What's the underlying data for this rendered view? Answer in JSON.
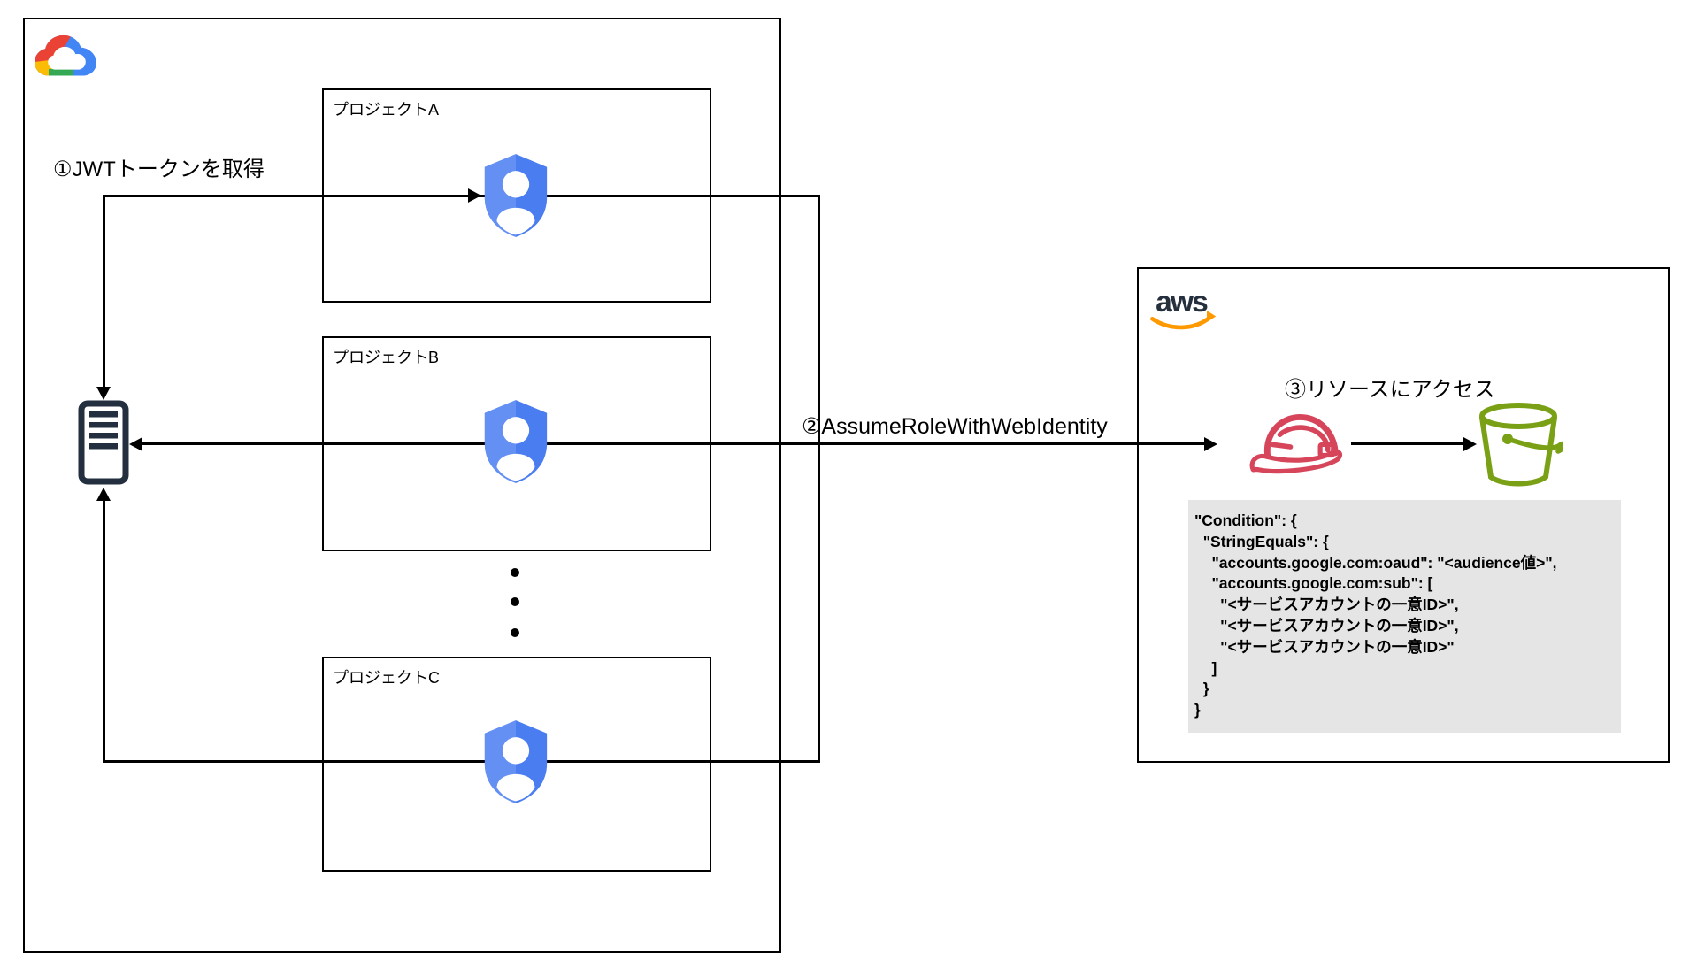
{
  "gcp": {
    "step1_label": "①JWTトークンを取得",
    "projects": [
      {
        "label": "プロジェクトA"
      },
      {
        "label": "プロジェクトB"
      },
      {
        "label": "プロジェクトC"
      }
    ]
  },
  "arrow2_label": "②AssumeRoleWithWebIdentity",
  "aws": {
    "logo_text": "aws",
    "step3_label": "③リソースにアクセス",
    "policy_lines": [
      "\"Condition\": {",
      "  \"StringEquals\": {",
      "    \"accounts.google.com:oaud\": \"<audience値>\",",
      "    \"accounts.google.com:sub\": [",
      "      \"<サービスアカウントの一意ID>\",",
      "      \"<サービスアカウントの一意ID>\",",
      "      \"<サービスアカウントの一意ID>\"",
      "    ]",
      "  }",
      "}"
    ]
  },
  "icons": {
    "gcp_logo": "google-cloud-logo",
    "service_account": "shield-user-icon",
    "token_server": "server-icon",
    "iam_role": "hard-hat-icon",
    "s3_bucket": "bucket-icon",
    "aws_logo": "aws-smile-logo",
    "ellipsis": "vertical-ellipsis-dots"
  },
  "colors": {
    "gcp_red": "#EA4335",
    "gcp_yellow": "#FBBC05",
    "gcp_green": "#34A853",
    "gcp_blue": "#4285F4",
    "shield_light_blue": "#6590F3",
    "shield_dark_blue": "#4A7DF0",
    "server_dark": "#232F3E",
    "aws_dark": "#252F3E",
    "aws_orange": "#FF9900",
    "iam_role_red": "#D6455A",
    "s3_green": "#7AA116",
    "code_background": "#E5E5E5",
    "line_black": "#000000"
  }
}
